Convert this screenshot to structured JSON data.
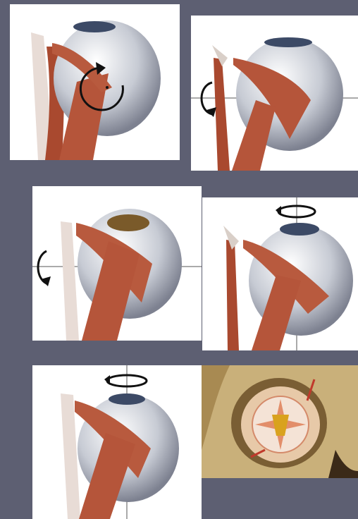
{
  "figure": {
    "panels": [
      {
        "id": "p1",
        "description_key": "intorsion-view",
        "rotation_axis": "anteroposterior"
      },
      {
        "id": "p2",
        "description_key": "superior-oblique-view",
        "rotation_axis": "horizontal"
      },
      {
        "id": "p3",
        "description_key": "superior-rectus-view",
        "rotation_axis": "horizontal"
      },
      {
        "id": "p4",
        "description_key": "superior-oblique-vertical-view",
        "rotation_axis": "vertical"
      },
      {
        "id": "p5",
        "description_key": "superior-rectus-vertical-view",
        "rotation_axis": "vertical"
      },
      {
        "id": "p6",
        "description_key": "orbit-skull-view",
        "rotation_axis": "none"
      }
    ],
    "colors": {
      "background": "#5d5f72",
      "panel": "#ffffff",
      "muscle": "#b5553a",
      "muscle_dark": "#8e3a24",
      "globe": "#c9cdd6",
      "bone": "#c9b07a",
      "arrow": "#111111"
    },
    "icons": [
      "rotation-arrow-icon"
    ]
  }
}
